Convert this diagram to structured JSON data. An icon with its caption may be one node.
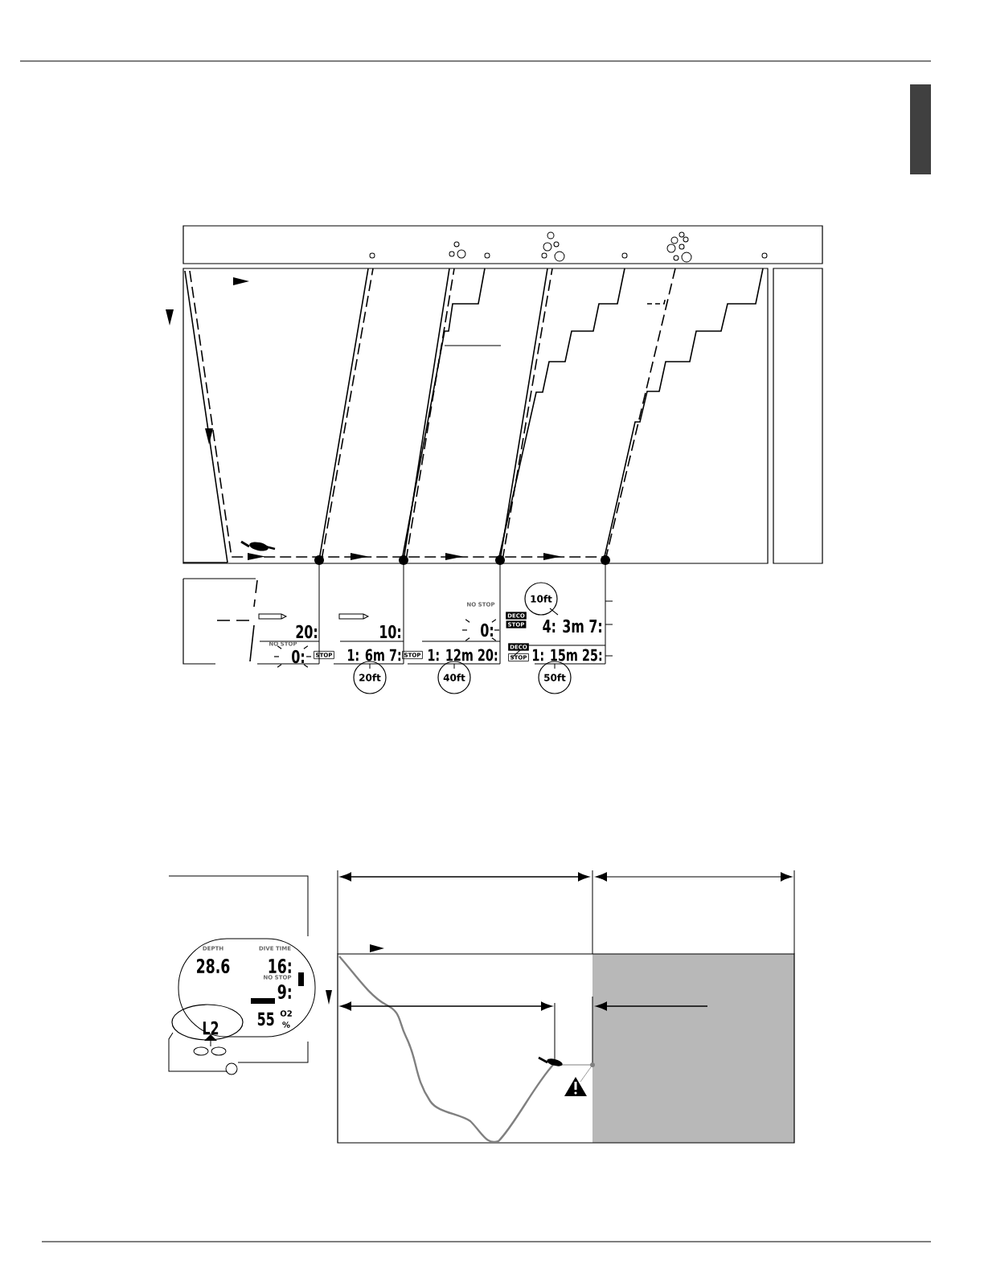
{
  "diagram": {
    "labels": [
      "20:",
      "10:",
      "NO STOP",
      "0:",
      "10ft",
      "DECO",
      "STOP",
      "4: 3m 7:",
      "NO STOP",
      "0:",
      "STOP",
      "1: 6m 7:",
      "STOP",
      "1: 12m 20:",
      "DECO",
      "STOP",
      "1: 15m 25:",
      "20ft",
      "40ft",
      "50ft",
      "DEPTH",
      "28.6",
      "DIVE TIME",
      "16:",
      "NO STOP",
      "9:",
      "L2",
      "55",
      "O2",
      "%"
    ]
  }
}
